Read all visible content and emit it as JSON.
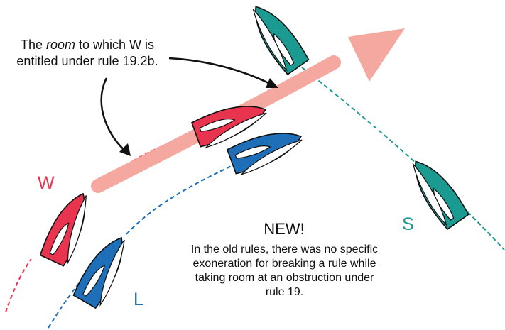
{
  "callout": {
    "prefix": "The ",
    "emphasis": "room",
    "suffix": " to which W is entitled under rule 19.2b."
  },
  "boats": {
    "windward": {
      "label": "W",
      "hull_color": "#e8344f"
    },
    "leeward": {
      "label": "L",
      "hull_color": "#1f6fb8"
    },
    "starboard": {
      "label": "S",
      "hull_color": "#1a9a90"
    }
  },
  "room_arrow_color": "#f5a8a0",
  "note": {
    "title": "NEW!",
    "body": "In the old rules, there was no specific exoneration for breaking a rule while taking room at an obstruction under rule 19."
  }
}
